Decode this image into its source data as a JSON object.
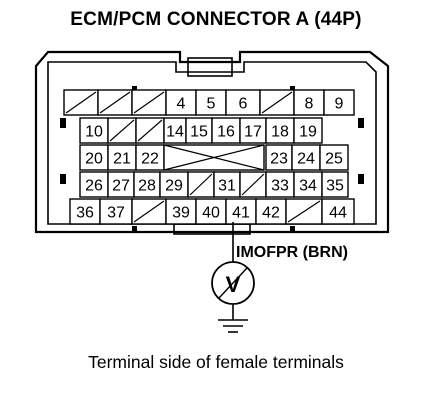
{
  "title": "ECM/PCM CONNECTOR A (44P)",
  "wire_label": "IMOFPR (BRN)",
  "meter_symbol": "V",
  "caption": "Terminal side of female terminals",
  "connector": {
    "rows": [
      [
        "",
        "",
        "",
        "4",
        "5",
        "6",
        "",
        "8",
        "9"
      ],
      [
        "10",
        "",
        "",
        "14",
        "15",
        "16",
        "17",
        "18",
        "19"
      ],
      [
        "20",
        "21",
        "22",
        "",
        "",
        "",
        "23",
        "24",
        "25"
      ],
      [
        "26",
        "27",
        "28",
        "29",
        "",
        "31",
        "",
        "33",
        "34",
        "35"
      ],
      [
        "36",
        "37",
        "",
        "39",
        "40",
        "41",
        "42",
        "",
        "44"
      ]
    ],
    "probed_terminal": "41"
  },
  "icons": {
    "meter": "voltmeter-icon",
    "ground": "ground-icon"
  }
}
